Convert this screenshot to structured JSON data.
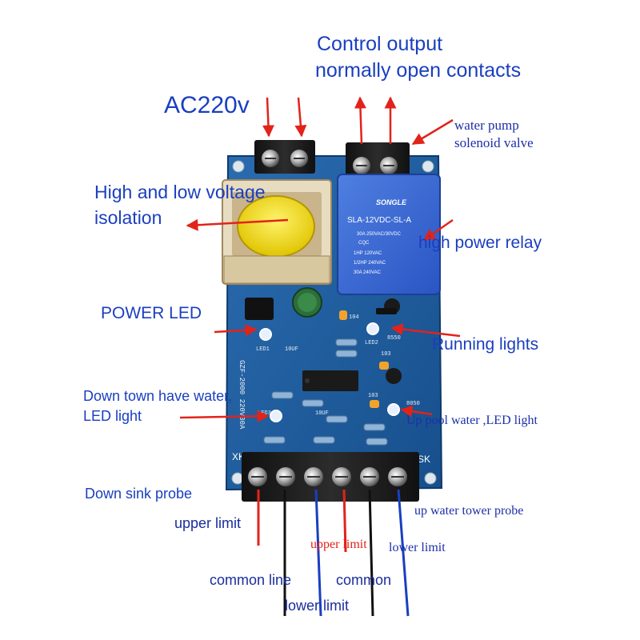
{
  "image": {
    "description_labels": {
      "ac_input": "AC220v",
      "control_output_line1": "Control output",
      "control_output_line2": "normally open contacts",
      "pump_line1": "water pump",
      "pump_line2": "solenoid valve",
      "isolation_line1": "High and low voltage",
      "isolation_line2": "isolation",
      "relay": "high power relay",
      "power_led": "POWER LED",
      "running_lights": "Running lights",
      "down_water_line1": "Down town have water,",
      "down_water_line2": "LED light",
      "up_pool": "Up pool water ,LED light",
      "down_sink": "Down sink probe",
      "upper_limit_left": "upper limit",
      "upper_limit_mid": "upper limit",
      "lower_limit_right": "lower limit",
      "up_tower": "up water tower probe",
      "common_line": "common line",
      "common": "common",
      "lower_limit_bottom": "lower limit"
    },
    "board_text": {
      "relay_brand": "SONGLE",
      "relay_model": "SLA-12VDC-SL-A",
      "relay_rating1": "30A  250VAC/30VDC",
      "relay_rating2": "1HP 120VAC",
      "relay_rating3": "1/2HP 240VAC",
      "relay_rating4": "30A  240VAC",
      "relay_cqc": "CQC",
      "silk_model": "GZF-2000 220V30A",
      "silk_xk": "XK",
      "silk_sk": "SK",
      "silk_led1": "LED1",
      "silk_led2": "LED2",
      "silk_led3": "LED3",
      "silk_8550a": "8550",
      "silk_8550b": "8050",
      "silk_10uf_a": "10UF",
      "silk_10uf_b": "10UF",
      "silk_103a": "103",
      "silk_103b": "103",
      "silk_104": "104"
    },
    "colors": {
      "board": "#1f5fa3",
      "label_blue": "#1a3fbf",
      "label_red": "#e2231a",
      "arrow": "#e2231a"
    }
  }
}
